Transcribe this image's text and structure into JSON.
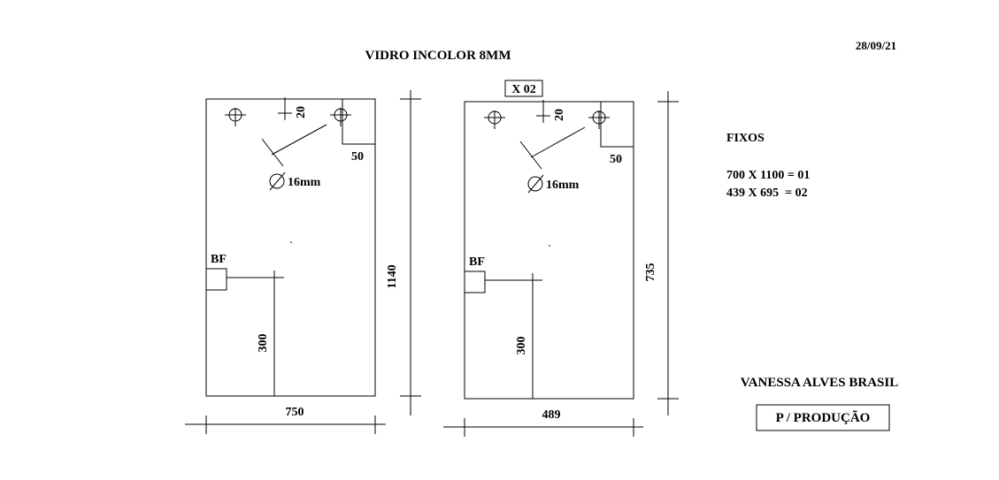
{
  "header": {
    "material": "VIDRO INCOLOR 8MM",
    "date": "28/09/21"
  },
  "panel_left": {
    "width_label": "750",
    "height_label": "1140",
    "offset_label": "20",
    "corner_label": "50",
    "hole_label": "16mm",
    "bf_label": "BF",
    "bf_height_label": "300"
  },
  "panel_right": {
    "qty_label": "X 02",
    "width_label": "489",
    "height_label": "735",
    "offset_label": "20",
    "corner_label": "50",
    "hole_label": "16mm",
    "bf_label": "BF",
    "bf_height_label": "300"
  },
  "info": {
    "title": "FIXOS",
    "lines": [
      "700 X 1100 = 01",
      "439 X 695  = 02"
    ],
    "client": "VANESSA ALVES BRASIL",
    "stamp": "P / PRODUÇÃO"
  }
}
